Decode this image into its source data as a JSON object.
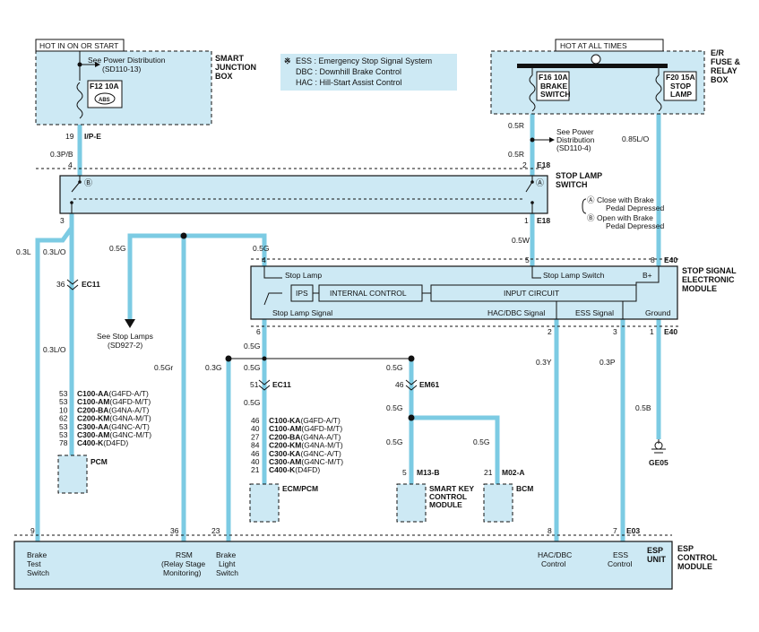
{
  "legend": {
    "symbol": "※",
    "lines": [
      "ESS : Emergency Stop Signal System",
      "DBC : Downhill Brake Control",
      "HAC : Hill-Start Assist Control"
    ]
  },
  "sjb": {
    "power_label": "HOT IN ON OR START",
    "name_lines": [
      "SMART",
      "JUNCTION",
      "BOX"
    ],
    "see_lines": [
      "See Power Distribution",
      "(SD110-13)"
    ],
    "fuse": "F12 10A",
    "fuse_icon": "ABS",
    "pin": "19",
    "connector": "I/P-E"
  },
  "er_box": {
    "power_label": "HOT AT ALL TIMES",
    "name_lines": [
      "E/R",
      "FUSE &",
      "RELAY",
      "BOX"
    ],
    "fuse1": [
      "F16 10A",
      "BRAKE",
      "SWITCH"
    ],
    "fuse2": [
      "F20 15A",
      "STOP",
      "LAMP"
    ]
  },
  "power_dist": [
    "See Power",
    "Distribution",
    "(SD110-4)"
  ],
  "stop_lamp_switch": {
    "name_lines": [
      "STOP LAMP",
      "SWITCH"
    ],
    "pins": {
      "p4": "4",
      "p2": "2",
      "p3": "3",
      "p1": "1"
    },
    "connector": "E18",
    "a_note": [
      "Close with Brake",
      "Pedal Depressed"
    ],
    "b_note": [
      "Open with Brake",
      "Pedal Depressed"
    ],
    "a_glyph": "Ⓐ",
    "b_glyph": "Ⓑ"
  },
  "ssem": {
    "name_lines": [
      "STOP SIGNAL",
      "ELECTRONIC",
      "MODULE"
    ],
    "connector": "E40",
    "pins": {
      "p4": "4",
      "p5": "5",
      "p8": "8",
      "p6": "6",
      "p2": "2",
      "p3": "3",
      "p1": "1"
    },
    "labels": {
      "stop_lamp": "Stop Lamp",
      "stop_lamp_switch": "Stop Lamp Switch",
      "b_plus": "B+",
      "ips": "IPS",
      "internal_control": "INTERNAL CONTROL",
      "input_circuit": "INPUT CIRCUIT",
      "stop_lamp_signal": "Stop Lamp Signal",
      "hac_dbc_signal": "HAC/DBC Signal",
      "ess_signal": "ESS Signal",
      "ground": "Ground"
    }
  },
  "wires": {
    "w_03pb": "0.3P/B",
    "w_05r_a": "0.5R",
    "w_05r_b": "0.5R",
    "w_085lo": "0.85L/O",
    "w_05w": "0.5W",
    "w_03l": "0.3L",
    "w_03lo_a": "0.3L/O",
    "w_03lo_b": "0.3L/O",
    "w_05g_a": "0.5G",
    "w_05g_b": "0.5G",
    "w_05g_c": "0.5G",
    "w_05g_d": "0.5G",
    "w_05g_e": "0.5G",
    "w_05g_f": "0.5G",
    "w_05g_g": "0.5G",
    "w_05g_h": "0.5G",
    "w_05gr": "0.5Gr",
    "w_03g": "0.3G",
    "w_03y": "0.3Y",
    "w_03p": "0.3P",
    "w_05b": "0.5B"
  },
  "ec11_top": {
    "pin": "36",
    "connector": "EC11"
  },
  "ec11_mid": {
    "pin": "51",
    "connector": "EC11"
  },
  "em61": {
    "pin": "46",
    "connector": "EM61"
  },
  "stop_lamps_ref": [
    "See Stop Lamps",
    "(SD927-2)"
  ],
  "pcm": {
    "name": "PCM",
    "rows": [
      {
        "pin": "53",
        "code": "C100-AA",
        "variant": "(G4FD-A/T)"
      },
      {
        "pin": "53",
        "code": "C100-AM",
        "variant": "(G4FD-M/T)"
      },
      {
        "pin": "10",
        "code": "C200-BA",
        "variant": "(G4NA-A/T)"
      },
      {
        "pin": "62",
        "code": "C200-KM",
        "variant": "(G4NA-M/T)"
      },
      {
        "pin": "53",
        "code": "C300-AA",
        "variant": "(G4NC-A/T)"
      },
      {
        "pin": "53",
        "code": "C300-AM",
        "variant": "(G4NC-M/T)"
      },
      {
        "pin": "78",
        "code": "C400-K",
        "variant": "(D4FD)"
      }
    ]
  },
  "ecm": {
    "name": "ECM/PCM",
    "rows": [
      {
        "pin": "46",
        "code": "C100-KA",
        "variant": "(G4FD-A/T)"
      },
      {
        "pin": "40",
        "code": "C100-AM",
        "variant": "(G4FD-M/T)"
      },
      {
        "pin": "27",
        "code": "C200-BA",
        "variant": "(G4NA-A/T)"
      },
      {
        "pin": "84",
        "code": "C200-KM",
        "variant": "(G4NA-M/T)"
      },
      {
        "pin": "46",
        "code": "C300-KA",
        "variant": "(G4NC-A/T)"
      },
      {
        "pin": "40",
        "code": "C300-AM",
        "variant": "(G4NC-M/T)"
      },
      {
        "pin": "21",
        "code": "C400-K",
        "variant": "(D4FD)"
      }
    ]
  },
  "skm": {
    "pin": "5",
    "connector": "M13-B",
    "name_lines": [
      "SMART KEY",
      "CONTROL",
      "MODULE"
    ]
  },
  "bcm": {
    "pin": "21",
    "connector": "M02-A",
    "name": "BCM"
  },
  "ground": {
    "pin": "1",
    "connector": "E40",
    "name": "GE05"
  },
  "esp": {
    "name_lines": [
      "ESP",
      "CONTROL",
      "MODULE"
    ],
    "unit": "UNIT",
    "connector": "E03",
    "pins": {
      "p9": "9",
      "p36": "36",
      "p23": "23",
      "p8": "8",
      "p7": "7"
    },
    "labels": {
      "brake_test": [
        "Brake",
        "Test",
        "Switch"
      ],
      "rsm": [
        "RSM",
        "(Relay Stage",
        "Monitoring)"
      ],
      "brake_light": [
        "Brake",
        "Light",
        "Switch"
      ],
      "hac_dbc": [
        "HAC/DBC",
        "Control"
      ],
      "ess": [
        "ESS",
        "Control"
      ]
    }
  },
  "colors": {
    "wire": "#7ccbe3",
    "fill": "#cde9f4",
    "line": "#111111"
  }
}
